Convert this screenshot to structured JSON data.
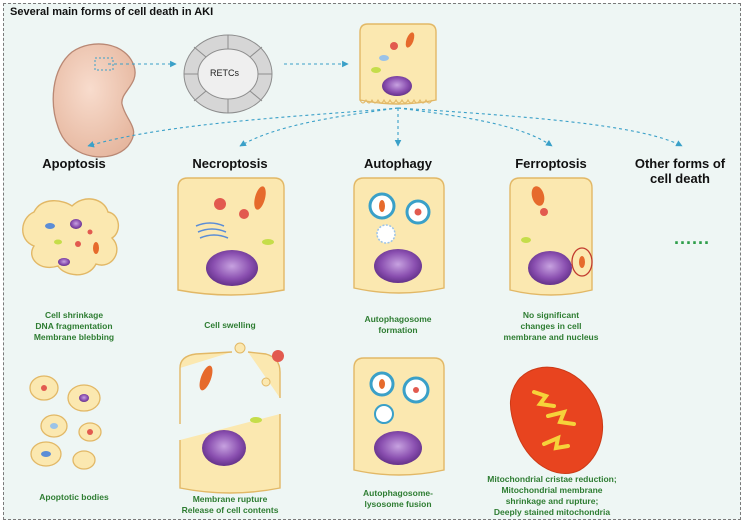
{
  "title": "Several main forms of cell death in AKI",
  "cell_label": "RETCs",
  "columns": [
    {
      "heading": "Apoptosis",
      "caption_top": "Cell shrinkage\nDNA fragmentation\nMembrane blebbing",
      "caption_bottom": "Apoptotic bodies"
    },
    {
      "heading": "Necroptosis",
      "caption_top": "Cell swelling",
      "caption_bottom": "Membrane rupture\nRelease of cell contents"
    },
    {
      "heading": "Autophagy",
      "caption_top": "Autophagosome\nformation",
      "caption_bottom": "Autophagosome-\nlysosome fusion"
    },
    {
      "heading": "Ferroptosis",
      "caption_top": "No significant\nchanges in cell\nmembrane and nucleus",
      "caption_bottom": "Mitochondrial cristae reduction;\nMitochondrial membrane\nshrinkage and rupture;\nDeeply stained mitochondria"
    },
    {
      "heading": "Other forms of\ncell death",
      "ellipsis": "......"
    }
  ],
  "colors": {
    "background": "#eef6f4",
    "arrow": "#3aa0c8",
    "caption": "#2e7d32",
    "cell_fill": "#fbe8b0",
    "cell_stroke": "#e2b866",
    "nucleus": "#7a3fa0",
    "mitochondria": "#e66a2c"
  }
}
